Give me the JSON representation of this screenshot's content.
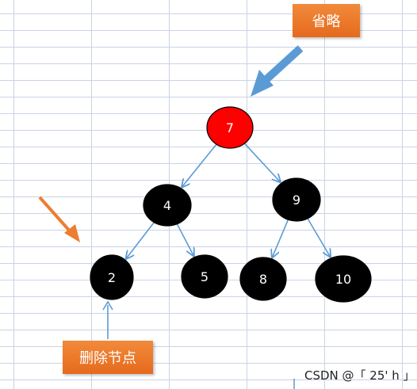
{
  "labels": {
    "omit": "省略",
    "delete_node": "删除节点"
  },
  "watermark": "CSDN @「 25' h 」",
  "colors": {
    "red_node": "#ff0000",
    "black_node": "#000000",
    "edge": "#5b9bd5",
    "callout": "#ed7d31"
  },
  "tree": {
    "nodes": [
      {
        "id": "n7",
        "value": "7",
        "color": "red"
      },
      {
        "id": "n4",
        "value": "4",
        "color": "black"
      },
      {
        "id": "n9",
        "value": "9",
        "color": "black"
      },
      {
        "id": "n2",
        "value": "2",
        "color": "black"
      },
      {
        "id": "n5",
        "value": "5",
        "color": "black"
      },
      {
        "id": "n8",
        "value": "8",
        "color": "black"
      },
      {
        "id": "n10",
        "value": "10",
        "color": "black"
      }
    ],
    "edges": [
      {
        "from": "n7",
        "to": "n4"
      },
      {
        "from": "n7",
        "to": "n9"
      },
      {
        "from": "n4",
        "to": "n2"
      },
      {
        "from": "n4",
        "to": "n5"
      },
      {
        "from": "n9",
        "to": "n8"
      },
      {
        "from": "n9",
        "to": "n10"
      }
    ]
  }
}
